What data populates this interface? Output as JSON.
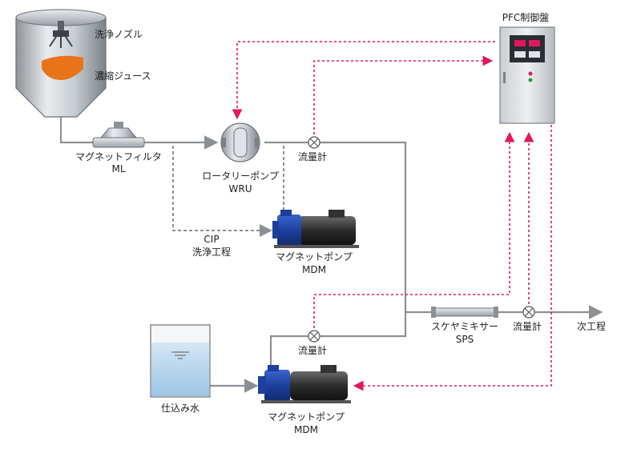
{
  "colors": {
    "pipe": "#8c9096",
    "signal": "#e0185c",
    "pump_body": "#1d3f9c",
    "motor": "#2c2c2c",
    "concentrate": "#e8741a",
    "water": "#bcd8ee"
  },
  "tank": {
    "nozzle_label": "洗浄ノズル",
    "content_label": "濃縮ジュース"
  },
  "filter": {
    "name": "マグネットフィルタ",
    "code": "ML"
  },
  "rotary_pump": {
    "name": "ロータリーポンプ",
    "code": "WRU"
  },
  "flowmeter_top": {
    "label": "流量計"
  },
  "cip": {
    "line1": "CIP",
    "line2": "洗浄工程"
  },
  "pump_middle": {
    "name": "マグネットポンプ",
    "code": "MDM"
  },
  "control_panel": {
    "title": "PFC制御盤"
  },
  "mixer": {
    "name": "スケヤミキサー",
    "code": "SPS"
  },
  "flowmeter_right": {
    "label": "流量計"
  },
  "next_process": {
    "label": "次工程"
  },
  "water_tank": {
    "label": "仕込み水"
  },
  "flowmeter_bottom": {
    "label": "流量計"
  },
  "pump_bottom": {
    "name": "マグネットポンプ",
    "code": "MDM"
  }
}
